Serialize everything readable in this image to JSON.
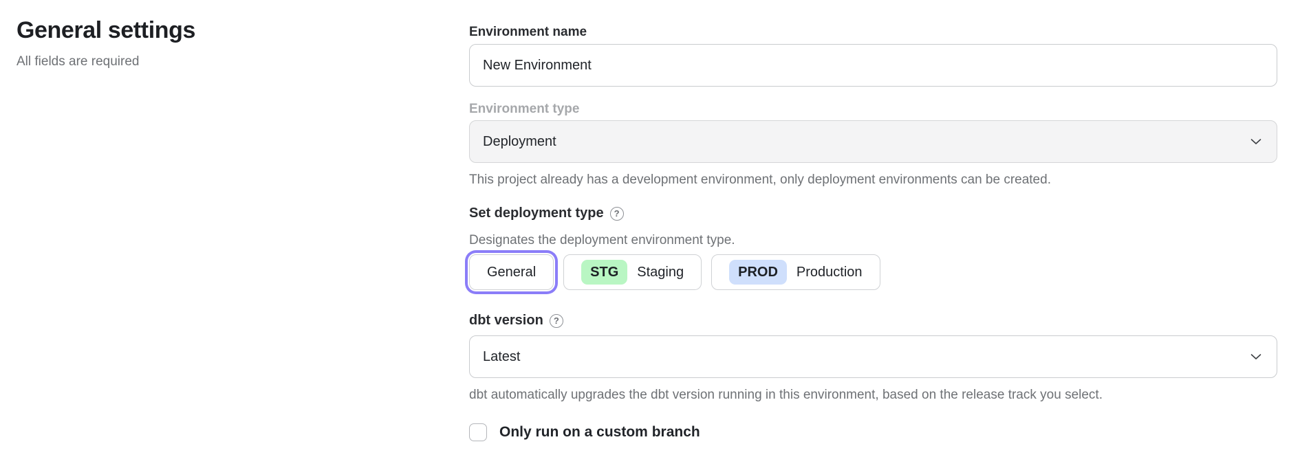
{
  "colors": {
    "accent_purple": "#8b7df8",
    "badge_green": "#b9f6c3",
    "badge_blue": "#cfdffc",
    "text_primary": "#212429",
    "text_secondary": "#6e7175",
    "text_disabled": "#a6a8ab",
    "border_gray": "#c9cbce",
    "disabled_bg": "#f4f4f5"
  },
  "page": {
    "title": "General settings",
    "subtitle": "All fields are required"
  },
  "form": {
    "environment_name": {
      "label": "Environment name",
      "value": "New Environment"
    },
    "environment_type": {
      "label": "Environment type",
      "value": "Deployment",
      "disabled": true,
      "helper": "This project already has a development environment, only deployment environments can be created."
    },
    "deployment_type": {
      "label": "Set deployment type",
      "help_icon": "question-mark",
      "description": "Designates the deployment environment type.",
      "options": [
        {
          "label": "General",
          "selected": true
        },
        {
          "badge": "STG",
          "label": "Staging",
          "badge_color": "#b9f6c3",
          "selected": false
        },
        {
          "badge": "PROD",
          "label": "Production",
          "badge_color": "#cfdffc",
          "selected": false
        }
      ]
    },
    "dbt_version": {
      "label": "dbt version",
      "help_icon": "question-mark",
      "value": "Latest",
      "helper": "dbt automatically upgrades the dbt version running in this environment, based on the release track you select."
    },
    "custom_branch": {
      "label": "Only run on a custom branch",
      "checked": false
    }
  }
}
